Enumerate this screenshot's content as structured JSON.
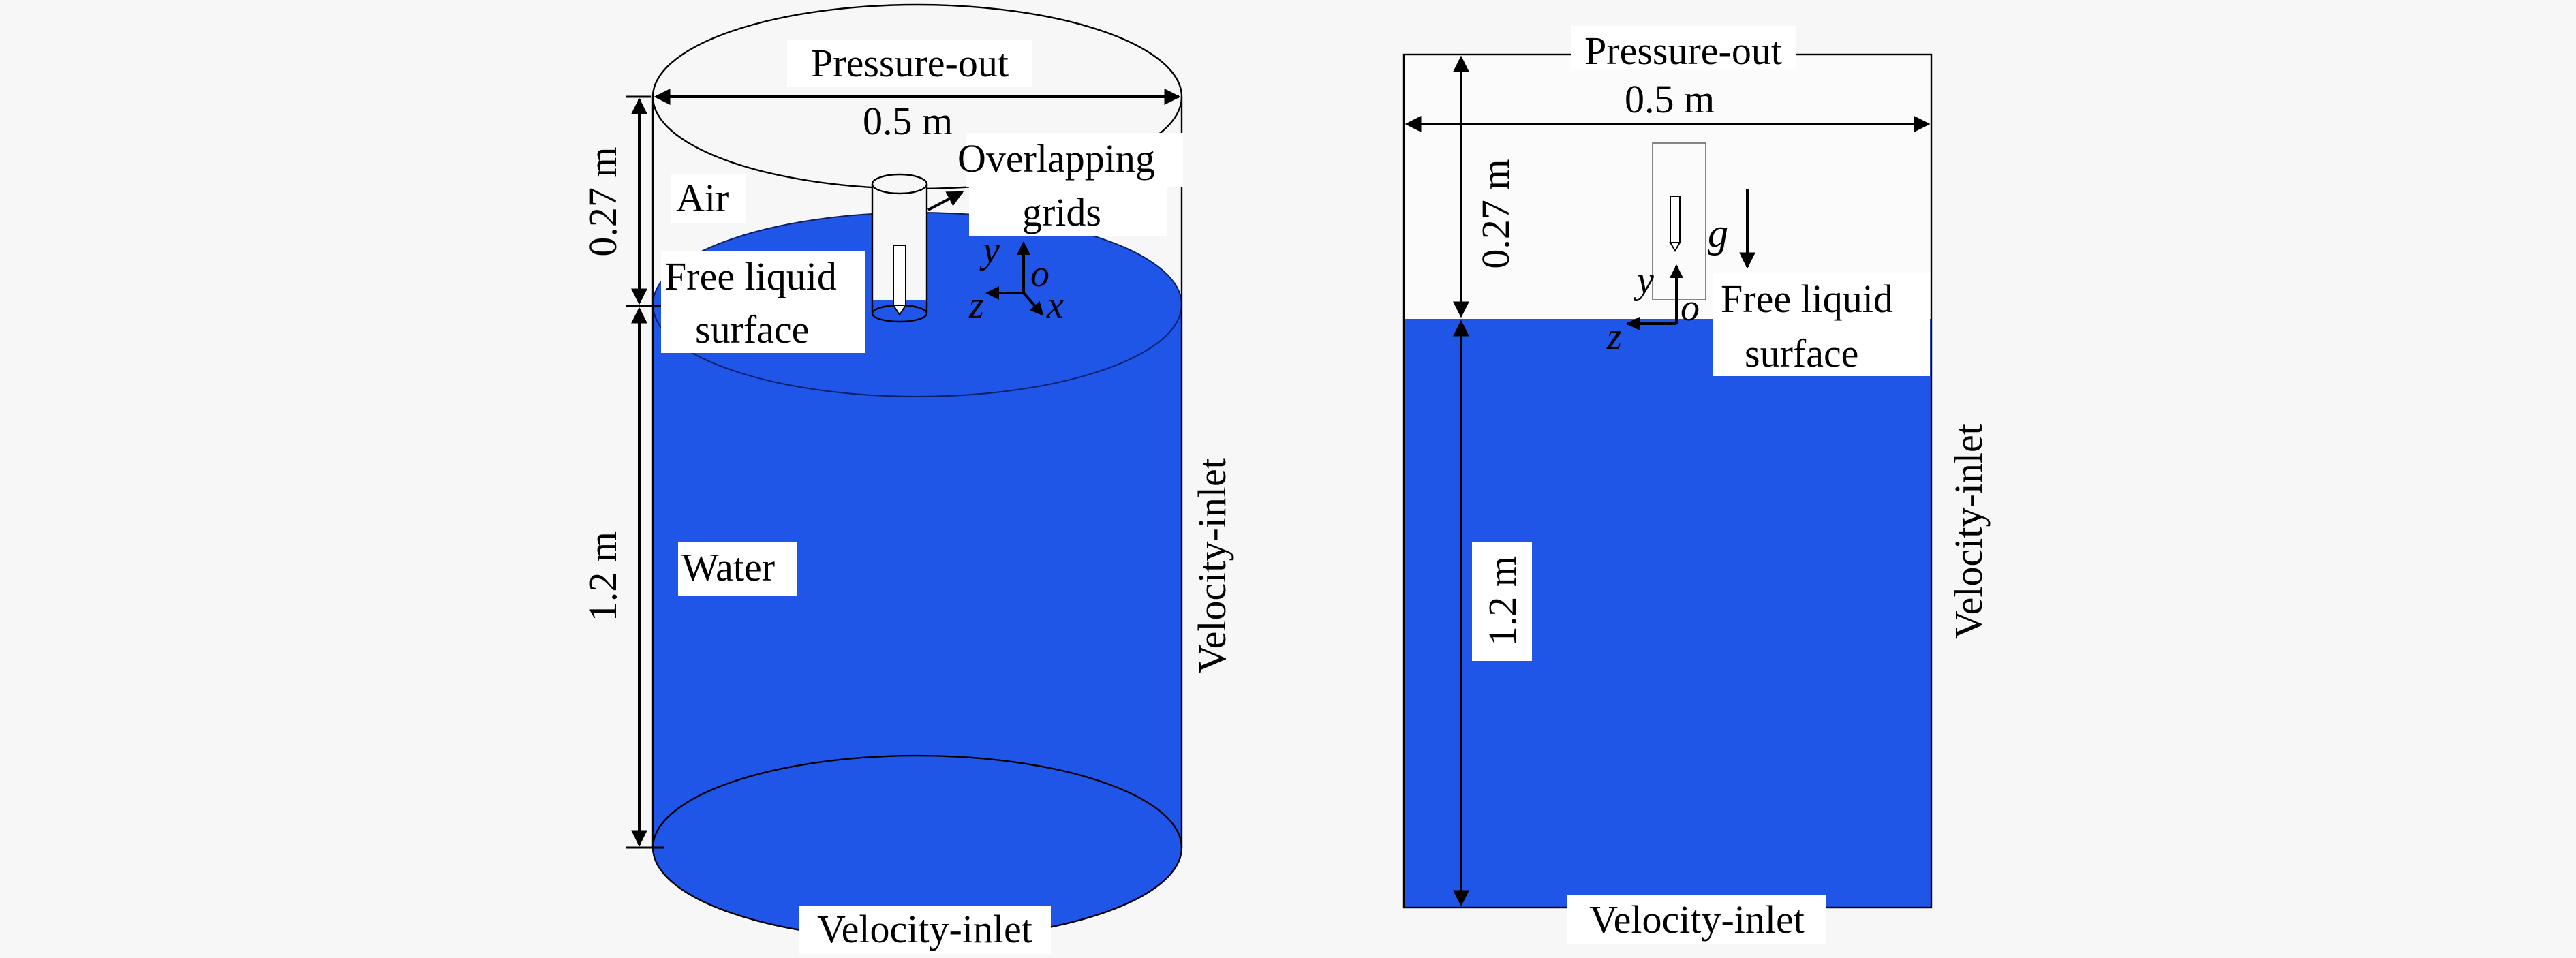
{
  "left_figure": {
    "top_boundary": "Pressure-out",
    "diameter": "0.5 m",
    "air_height": "0.27 m",
    "water_height": "1.2 m",
    "air": "Air",
    "overlap_line1": "Overlapping",
    "overlap_line2": "grids",
    "surface_line1": "Free liquid",
    "surface_line2": "surface",
    "water": "Water",
    "side_boundary": "Velocity-inlet",
    "bottom_boundary": "Velocity-inlet",
    "axis_y": "y",
    "axis_o": "o",
    "axis_z": "z",
    "axis_x": "x"
  },
  "right_figure": {
    "top_boundary": "Pressure-out",
    "diameter": "0.5 m",
    "air_height": "0.27 m",
    "water_height": "1.2 m",
    "gravity": "g",
    "surface_line1": "Free liquid",
    "surface_line2": "surface",
    "side_boundary": "Velocity-inlet",
    "bottom_boundary": "Velocity-inlet",
    "axis_y": "y",
    "axis_o": "o",
    "axis_z": "z"
  },
  "colors": {
    "water": "#1f56e8",
    "outline": "#000000",
    "background": "#f7f7f7"
  }
}
